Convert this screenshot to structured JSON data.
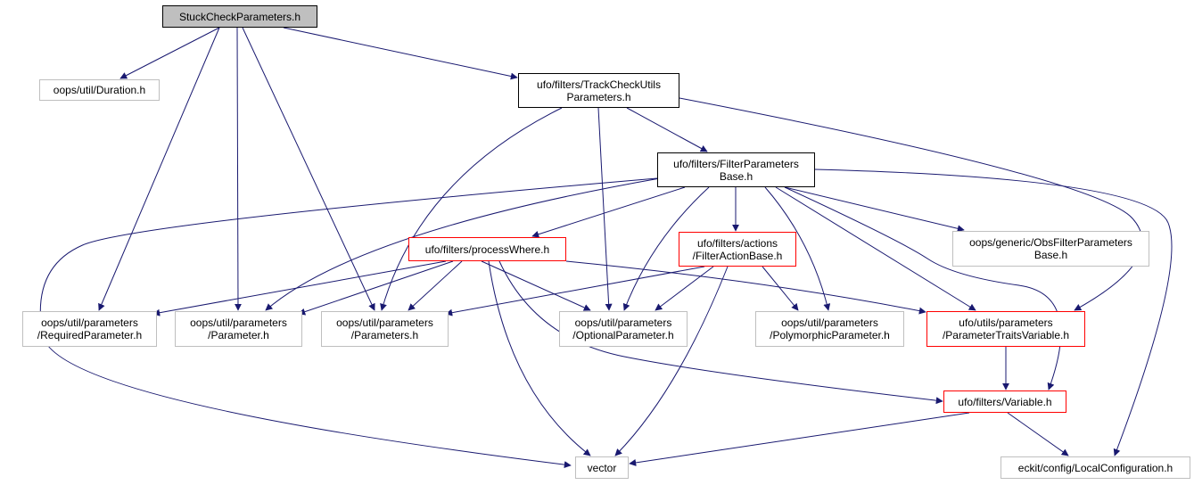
{
  "graph": {
    "nodes": {
      "stuck": {
        "lines": [
          "StuckCheckParameters.h"
        ],
        "style": "root"
      },
      "duration": {
        "lines": [
          "oops/util/Duration.h"
        ],
        "style": "gray"
      },
      "trackutils": {
        "lines": [
          "ufo/filters/TrackCheckUtils",
          "Parameters.h"
        ],
        "style": "black"
      },
      "filterbase": {
        "lines": [
          "ufo/filters/FilterParameters",
          "Base.h"
        ],
        "style": "black"
      },
      "processwhere": {
        "lines": [
          "ufo/filters/processWhere.h"
        ],
        "style": "red"
      },
      "actionbase": {
        "lines": [
          "ufo/filters/actions",
          "/FilterActionBase.h"
        ],
        "style": "red"
      },
      "obsfilter": {
        "lines": [
          "oops/generic/ObsFilterParameters",
          "Base.h"
        ],
        "style": "gray"
      },
      "required": {
        "lines": [
          "oops/util/parameters",
          "/RequiredParameter.h"
        ],
        "style": "gray"
      },
      "parameter": {
        "lines": [
          "oops/util/parameters",
          "/Parameter.h"
        ],
        "style": "gray"
      },
      "parameters": {
        "lines": [
          "oops/util/parameters",
          "/Parameters.h"
        ],
        "style": "gray"
      },
      "optional": {
        "lines": [
          "oops/util/parameters",
          "/OptionalParameter.h"
        ],
        "style": "gray"
      },
      "polymorphic": {
        "lines": [
          "oops/util/parameters",
          "/PolymorphicParameter.h"
        ],
        "style": "gray"
      },
      "traits": {
        "lines": [
          "ufo/utils/parameters",
          "/ParameterTraitsVariable.h"
        ],
        "style": "red"
      },
      "variable": {
        "lines": [
          "ufo/filters/Variable.h"
        ],
        "style": "red"
      },
      "vector": {
        "lines": [
          "vector"
        ],
        "style": "gray"
      },
      "localconfig": {
        "lines": [
          "eckit/config/LocalConfiguration.h"
        ],
        "style": "gray"
      }
    },
    "edges": [
      [
        "stuck",
        "duration"
      ],
      [
        "stuck",
        "trackutils"
      ],
      [
        "stuck",
        "required"
      ],
      [
        "stuck",
        "parameter"
      ],
      [
        "stuck",
        "parameters"
      ],
      [
        "trackutils",
        "filterbase"
      ],
      [
        "trackutils",
        "parameters"
      ],
      [
        "trackutils",
        "optional"
      ],
      [
        "trackutils",
        "traits"
      ],
      [
        "filterbase",
        "processwhere"
      ],
      [
        "filterbase",
        "actionbase"
      ],
      [
        "filterbase",
        "obsfilter"
      ],
      [
        "filterbase",
        "parameter"
      ],
      [
        "filterbase",
        "optional"
      ],
      [
        "filterbase",
        "polymorphic"
      ],
      [
        "filterbase",
        "traits"
      ],
      [
        "filterbase",
        "variable"
      ],
      [
        "filterbase",
        "vector"
      ],
      [
        "filterbase",
        "localconfig"
      ],
      [
        "processwhere",
        "required"
      ],
      [
        "processwhere",
        "parameter"
      ],
      [
        "processwhere",
        "parameters"
      ],
      [
        "processwhere",
        "optional"
      ],
      [
        "processwhere",
        "traits"
      ],
      [
        "processwhere",
        "variable"
      ],
      [
        "processwhere",
        "vector"
      ],
      [
        "actionbase",
        "parameters"
      ],
      [
        "actionbase",
        "optional"
      ],
      [
        "actionbase",
        "polymorphic"
      ],
      [
        "actionbase",
        "vector"
      ],
      [
        "traits",
        "variable"
      ],
      [
        "variable",
        "vector"
      ],
      [
        "variable",
        "localconfig"
      ]
    ],
    "colors": {
      "edge": "#191970",
      "red_border": "#ff0000",
      "gray_border": "#bfbfbf",
      "root_fill": "#bfbfbf"
    }
  }
}
